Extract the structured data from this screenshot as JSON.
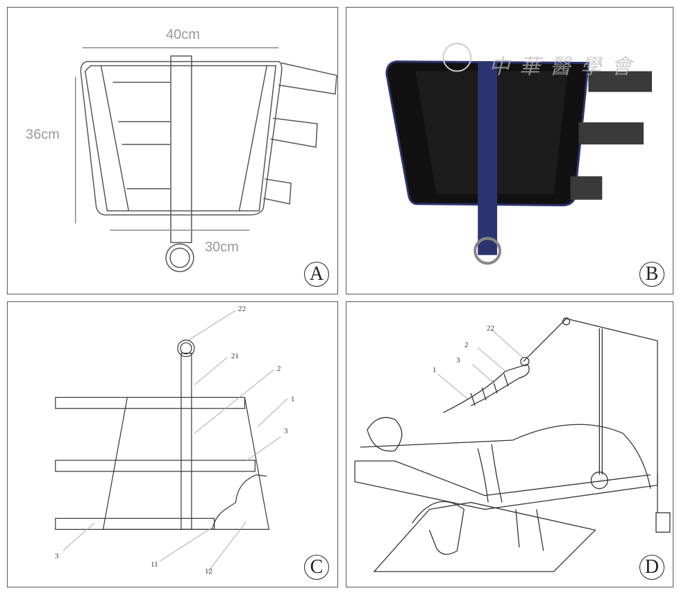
{
  "panels": {
    "a": {
      "label": "A",
      "dims": {
        "width_top": "40cm",
        "height": "36cm",
        "width_bottom": "30cm"
      }
    },
    "b": {
      "label": "B",
      "watermark": "中華醫學會"
    },
    "c": {
      "label": "C",
      "callouts": [
        "22",
        "21",
        "2",
        "1",
        "3",
        "3",
        "11",
        "12"
      ]
    },
    "d": {
      "label": "D",
      "callouts": [
        "22",
        "2",
        "3",
        "1"
      ]
    }
  },
  "colors": {
    "strap_blue": "#2c3470",
    "pad_black": "#111111",
    "tab_gray": "#3a3a3a"
  }
}
